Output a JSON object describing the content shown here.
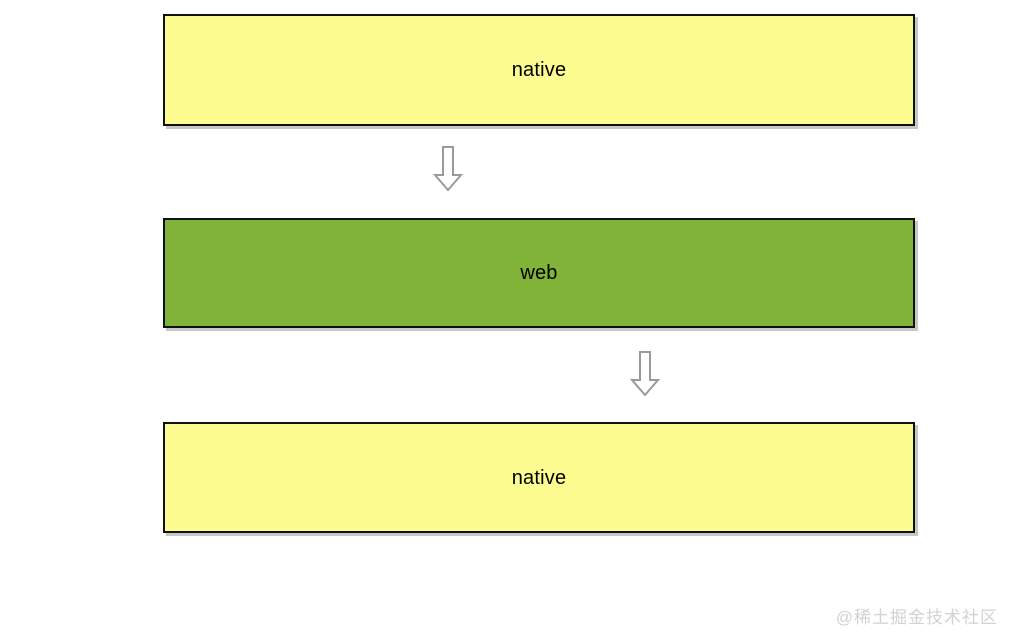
{
  "diagram": {
    "background_color": "#ffffff",
    "boxes": [
      {
        "id": "native-top",
        "label": "native",
        "fill": "#fcfc90",
        "border": "#111111",
        "text_color": "#000000"
      },
      {
        "id": "web",
        "label": "web",
        "fill": "#80b337",
        "border": "#111111",
        "text_color": "#000000"
      },
      {
        "id": "native-bottom",
        "label": "native",
        "fill": "#fcfc90",
        "border": "#111111",
        "text_color": "#000000"
      }
    ],
    "arrows": [
      {
        "id": "arrow-top",
        "icon": "arrow-down-icon",
        "direction": "down",
        "stroke": "#9a9a9a",
        "fill": "#ffffff",
        "from": "native-top",
        "to": "web"
      },
      {
        "id": "arrow-bottom",
        "icon": "arrow-down-icon",
        "direction": "down",
        "stroke": "#9a9a9a",
        "fill": "#ffffff",
        "from": "web",
        "to": "native-bottom"
      }
    ],
    "watermark": {
      "text": "@稀土掘金技术社区",
      "color": "#d2d2d2"
    }
  }
}
